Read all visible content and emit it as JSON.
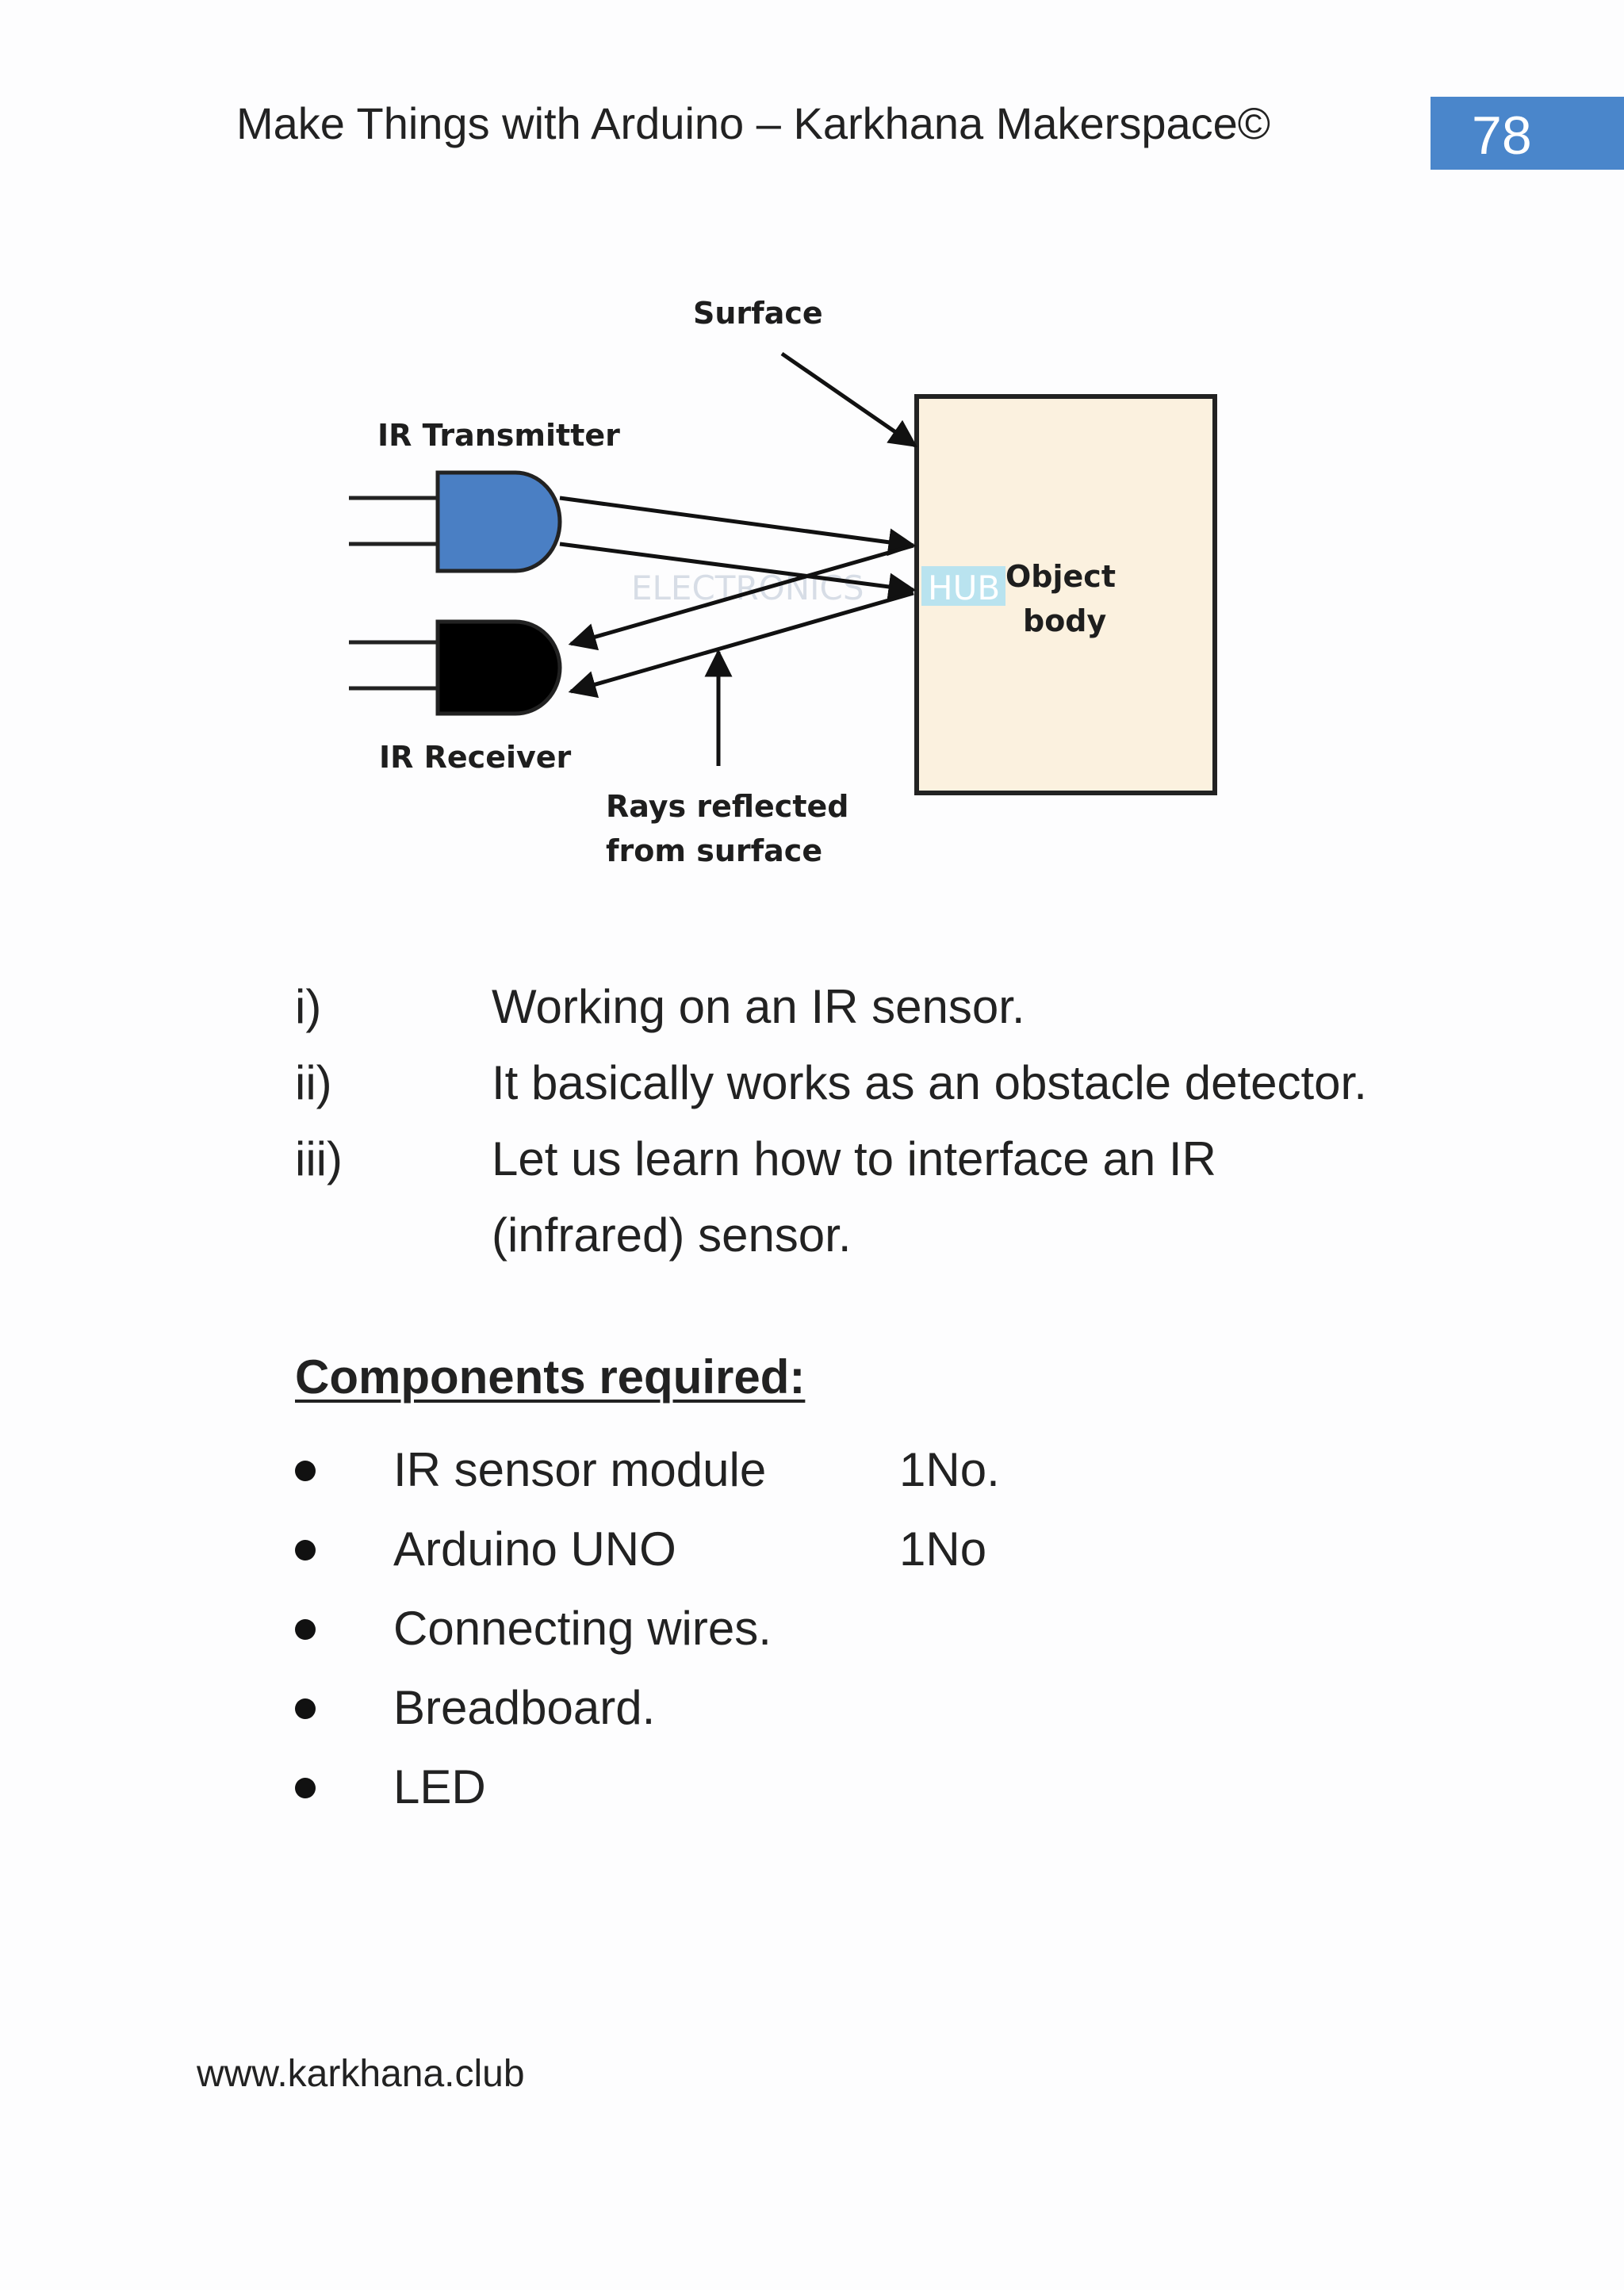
{
  "header": {
    "title": "Make Things with Arduino – Karkhana Makerspace©",
    "page_number": "78"
  },
  "diagram": {
    "labels": {
      "surface": "Surface",
      "ir_transmitter": "IR Transmitter",
      "ir_receiver": "IR Receiver",
      "object_body_line1": "Object",
      "object_body_line2": "body",
      "rays_line1": "Rays reflected",
      "rays_line2": "from surface"
    },
    "watermark": {
      "left": "ELECTRONICS",
      "right": "HUB"
    },
    "colors": {
      "transmitter": "#4a7fc4",
      "receiver": "#000000",
      "object_fill": "#fbf1df",
      "watermark_tag": "#b9e3ef"
    }
  },
  "steps": [
    {
      "num": "i)",
      "text": "Working on an IR sensor."
    },
    {
      "num": "ii)",
      "text": "It basically works as an obstacle detector."
    },
    {
      "num": "iii)",
      "text": "Let us learn how to interface an IR (infrared) sensor."
    }
  ],
  "components": {
    "heading": "Components required:",
    "items": [
      {
        "name": "IR sensor module",
        "qty": "1No."
      },
      {
        "name": "Arduino UNO",
        "qty": "1No"
      },
      {
        "name": "Connecting wires.",
        "qty": ""
      },
      {
        "name": "Breadboard.",
        "qty": ""
      },
      {
        "name": "LED",
        "qty": ""
      }
    ]
  },
  "footer": {
    "url": "www.karkhana.club"
  }
}
